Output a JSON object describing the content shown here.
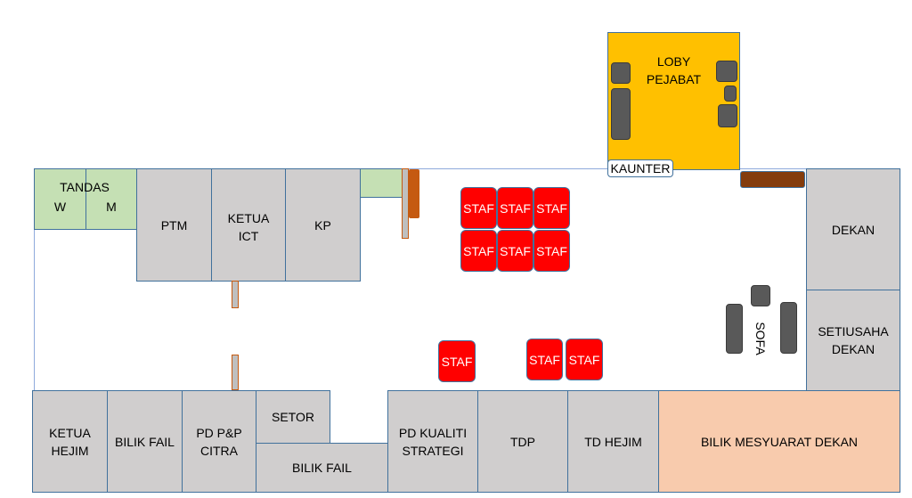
{
  "rooms": {
    "tandas_title": "TANDAS",
    "tandas_w": "W",
    "tandas_m": "M",
    "ptm": "PTM",
    "ketua_ict": "KETUA\nICT",
    "kp": "KP",
    "loby": "LOBY\nPEJABAT",
    "kaunter": "KAUNTER",
    "dekan": "DEKAN",
    "setiusaha_dekan": "SETIUSAHA\nDEKAN",
    "sofa": "SOFA",
    "ketua_hejim": "KETUA\nHEJIM",
    "bilik_fail_1": "BILIK FAIL",
    "pd_pp_citra": "PD P&P\nCITRA",
    "setor": "SETOR",
    "bilik_fail_2": "BILIK FAIL",
    "pd_kualiti_strategi": "PD KUALITI\nSTRATEGI",
    "tdp": "TDP",
    "td_hejim": "TD HEJIM",
    "bilik_mesyuarat_dekan": "BILIK MESYUARAT DEKAN"
  },
  "staf_label": "STAF",
  "colors": {
    "room_grey": "#D0CECE",
    "toilet_green": "#C5E0B4",
    "lobby_yellow": "#FFC000",
    "meeting_peach": "#F8CBAD",
    "staf_red": "#FF0000",
    "seat_grey": "#595959",
    "door_brown": "#C55A11",
    "border_blue": "#41719C"
  }
}
